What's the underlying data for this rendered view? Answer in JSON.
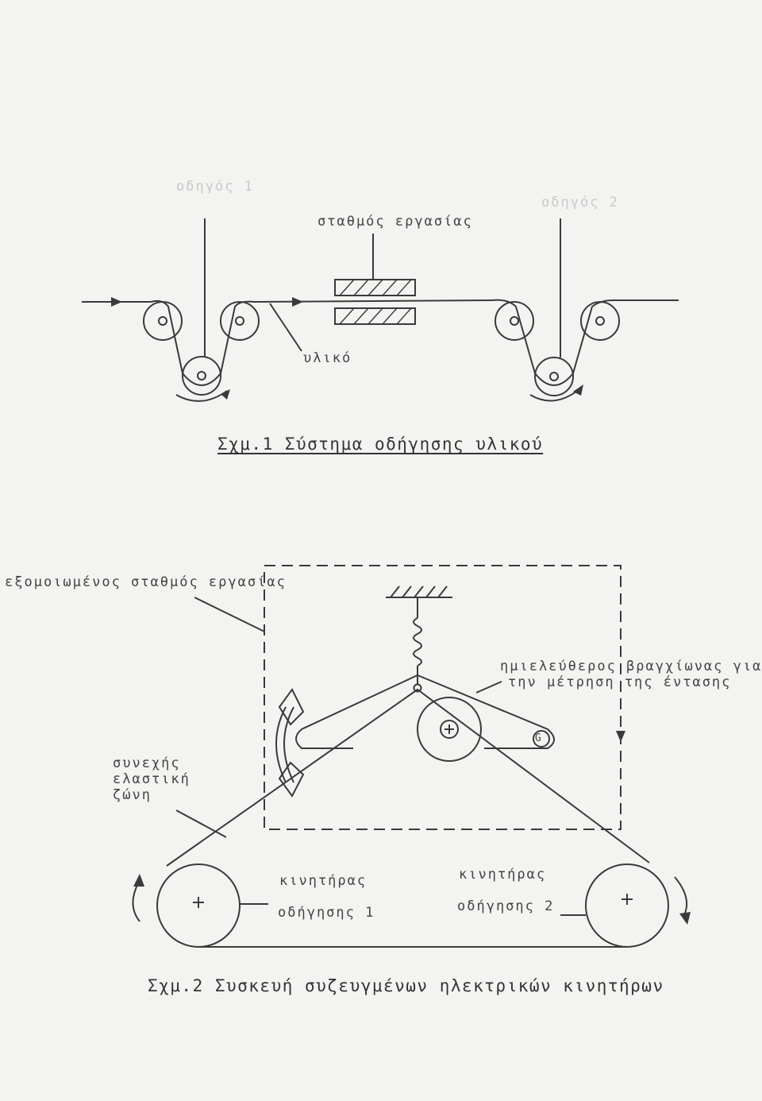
{
  "figure1": {
    "label_faint_left": "οδηγός 1",
    "label_faint_right": "οδηγός 2",
    "work_station": "σταθμός εργασίας",
    "material": "υλικό",
    "caption": "Σχμ.1 Σύστημα οδήγησης υλικού"
  },
  "figure2": {
    "simulated_station": "εξομοιωμένος σταθμός εργασίας",
    "arm_line1": "ημιελεύθερος βραγχίωνας για",
    "arm_line2": "την μέτρηση της έντασης",
    "belt_line1": "συνεχής",
    "belt_line2": "ελαστική",
    "belt_line3": "ζώνη",
    "motor1_line1": "κινητήρας",
    "motor1_line2": "οδήγησης 1",
    "motor2_line1": "κινητήρας",
    "motor2_line2": "οδήγησης 2",
    "gauge_mark": "G",
    "caption": "Σχμ.2 Συσκευή συζευγμένων ηλεκτρικών κινητήρων"
  },
  "colors": {
    "ink": "#3a3a3a",
    "paper": "#f3f3f1"
  }
}
